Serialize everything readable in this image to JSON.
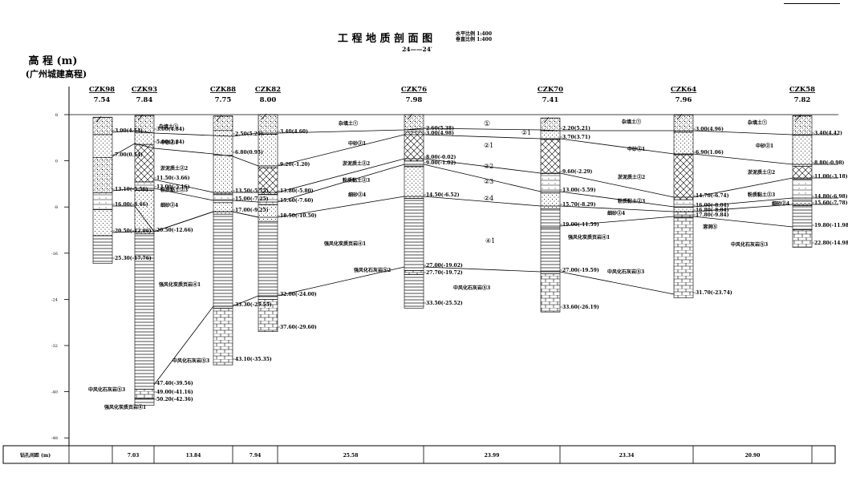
{
  "title": "工 程 地 质 剖 面 图",
  "scale_note": [
    "水平比例 1:400",
    "垂直比例 1:400"
  ],
  "section_label": "24——24′",
  "elevation_label": "高 程 (m)",
  "elevation_sublabel": "(广州城建高程)",
  "y_ticks": [
    "8",
    "0",
    "-8",
    "-16",
    "-24",
    "-32",
    "-40",
    "-48"
  ],
  "boreholes": [
    {
      "id": "CZK98",
      "elev": "7.54",
      "labels": [
        {
          "text": "3.00(4.54)"
        },
        {
          "text": "7.00(0.54)"
        },
        {
          "text": "13.10(-5.56)"
        },
        {
          "text": "16.00(-8.46)"
        },
        {
          "text": "20.50(-12.96)"
        },
        {
          "text": "25.30(-17.76)"
        }
      ]
    },
    {
      "id": "CZK93",
      "elev": "7.84",
      "labels": [
        {
          "text": "3.00(4.84)"
        },
        {
          "text": "5.00(2.84)"
        },
        {
          "text": "11.50(-3.66)"
        },
        {
          "text": "13.00(-5.16)"
        },
        {
          "text": "20.50(-12.66)"
        },
        {
          "text": "47.40(-39.56)"
        },
        {
          "text": "49.00(-41.16)"
        },
        {
          "text": "50.20(-42.36)"
        }
      ]
    },
    {
      "id": "CZK88",
      "elev": "7.75",
      "labels": [
        {
          "text": "2.50(5.25)"
        },
        {
          "text": "6.80(0.95)"
        },
        {
          "text": "13.50(-5.75)"
        },
        {
          "text": "15.00(-7.25)"
        },
        {
          "text": "17.00(-9.25)"
        },
        {
          "text": "33.30(-25.55)"
        },
        {
          "text": "43.10(-35.35)"
        }
      ]
    },
    {
      "id": "CZK82",
      "elev": "8.00",
      "labels": [
        {
          "text": "3.40(4.60)"
        },
        {
          "text": "9.20(-1.20)"
        },
        {
          "text": "13.80(-5.80)"
        },
        {
          "text": "15.60(-7.60)"
        },
        {
          "text": "18.50(-10.50)"
        },
        {
          "text": "32.00(-24.00)"
        },
        {
          "text": "37.60(-29.60)"
        }
      ]
    },
    {
      "id": "CZK76",
      "elev": "7.98",
      "labels": [
        {
          "text": "2.60(5.38)"
        },
        {
          "text": "3.00(4.98)"
        },
        {
          "text": "8.00(-0.02)"
        },
        {
          "text": "9.00(-1.02)"
        },
        {
          "text": "14.50(-6.52)"
        },
        {
          "text": "27.00(-19.02)"
        },
        {
          "text": "27.70(-19.72)"
        },
        {
          "text": "33.50(-25.52)"
        }
      ]
    },
    {
      "id": "CZK70",
      "elev": "7.41",
      "labels": [
        {
          "text": "2.20(5.21)"
        },
        {
          "text": "3.70(3.71)"
        },
        {
          "text": "9.60(-2.29)"
        },
        {
          "text": "13.00(-5.59)"
        },
        {
          "text": "15.70(-8.29)"
        },
        {
          "text": "19.00(-11.59)"
        },
        {
          "text": "27.00(-19.59)"
        },
        {
          "text": "33.60(-26.19)"
        }
      ]
    },
    {
      "id": "CZK64",
      "elev": "7.96",
      "labels": [
        {
          "text": "3.00(4.96)"
        },
        {
          "text": "6.90(1.06)"
        },
        {
          "text": "14.70(-6.74)"
        },
        {
          "text": "16.00(-8.04)"
        },
        {
          "text": "16.80(-8.84)"
        },
        {
          "text": "17.80(-9.84)"
        },
        {
          "text": "31.70(-23.74)"
        }
      ]
    },
    {
      "id": "CZK58",
      "elev": "7.82",
      "labels": [
        {
          "text": "3.40(4.42)"
        },
        {
          "text": "8.80(-0.98)"
        },
        {
          "text": "11.00(-3.18)"
        },
        {
          "text": "14.80(-6.98)"
        },
        {
          "text": "15.60(-7.78)"
        },
        {
          "text": "19.80(-11.98)"
        },
        {
          "text": "22.80(-14.98)"
        }
      ]
    }
  ],
  "layer_labels": [
    "杂填土①",
    "中砂②1",
    "淤泥质土②2",
    "粉质黏土②3",
    "细砂②4",
    "中风化石灰岩⑤3",
    "强风化炭质页岩④1",
    "强风化石灰岩⑤2",
    "杂填土①",
    "中砂②1",
    "淤泥质土②2",
    "粉质黏土②3",
    "细砂②4",
    "强风化炭质页岩④1",
    "中风化石灰岩⑤3",
    "杂填土①",
    "中砂②1",
    "淤泥质土②2",
    "粉质黏土②3",
    "细砂②4",
    "强风化炭质页岩④1",
    "中风化石灰岩⑤3",
    "溶洞⑤",
    "杂填土①",
    "中砂②1",
    "淤泥质土②2",
    "粉质黏土②3",
    "细砂②4",
    "中风化石灰岩⑤3",
    "中风化石灰岩⑤3",
    "强风化炭质页岩④1"
  ],
  "mid_layer_marks": [
    "①",
    "②1",
    "②2",
    "②3",
    "②4",
    "④1",
    "②1"
  ],
  "distance_row": {
    "label": "钻孔间距 (m)",
    "values": [
      "7.03",
      "13.84",
      "7.94",
      "25.58",
      "23.99",
      "23.34",
      "20.90"
    ]
  }
}
